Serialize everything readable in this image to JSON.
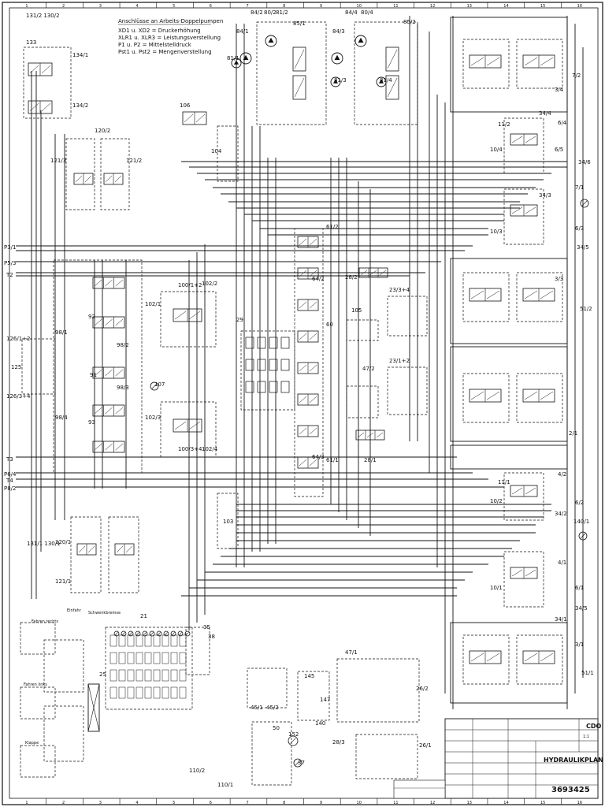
{
  "legend": {
    "heading": "Anschlüsse an Arbeits-Doppelpumpen",
    "lines": [
      "XD1 u. XD2 = Druckerhöhung",
      "XLR1 u. XLR3 = Leistungsverstellung",
      "P1 u. P2 = Mittelstelldruck",
      "Pst1 u. Pst2 = Mengenverstellung"
    ]
  },
  "grid": {
    "columns": [
      "1",
      "2",
      "3",
      "4",
      "5",
      "6",
      "7",
      "8",
      "9",
      "10",
      "11",
      "12",
      "13",
      "14",
      "15",
      "16"
    ]
  },
  "components": [
    {
      "id": "c133",
      "label": "133"
    },
    {
      "id": "c131_2",
      "label": "131/2 130/2"
    },
    {
      "id": "c134_1",
      "label": "134/1"
    },
    {
      "id": "c134_2",
      "label": "134/2"
    },
    {
      "id": "c120_2",
      "label": "120/2"
    },
    {
      "id": "c121_3",
      "label": "121/3"
    },
    {
      "id": "c121_2",
      "label": "121/2"
    },
    {
      "id": "c120_1",
      "label": "120/1"
    },
    {
      "id": "c121_1",
      "label": "121/1"
    },
    {
      "id": "c131_1",
      "label": "131/1 130/1"
    },
    {
      "id": "c84_2",
      "label": "84/2"
    },
    {
      "id": "c80_2",
      "label": "80/2"
    },
    {
      "id": "c81_2",
      "label": "81/2"
    },
    {
      "id": "c84_1",
      "label": "84/1"
    },
    {
      "id": "c81_1",
      "label": "81/1"
    },
    {
      "id": "c85_1",
      "label": "85/1"
    },
    {
      "id": "c84_4",
      "label": "84/4"
    },
    {
      "id": "c80_4",
      "label": "80/4"
    },
    {
      "id": "c85_2",
      "label": "85/2"
    },
    {
      "id": "c84_3",
      "label": "84/3"
    },
    {
      "id": "c81_3",
      "label": "81/3"
    },
    {
      "id": "c81_4",
      "label": "81/4"
    },
    {
      "id": "c106",
      "label": "106"
    },
    {
      "id": "c104",
      "label": "104"
    },
    {
      "id": "c105",
      "label": "105"
    },
    {
      "id": "c103",
      "label": "103"
    },
    {
      "id": "c100_1_2",
      "label": "100/1+2"
    },
    {
      "id": "c102_2",
      "label": "102/2"
    },
    {
      "id": "c102_1",
      "label": "102/1"
    },
    {
      "id": "c102_3",
      "label": "102/3"
    },
    {
      "id": "c100_3_4",
      "label": "100/3+4"
    },
    {
      "id": "c102_4",
      "label": "102/4"
    },
    {
      "id": "c107",
      "label": "107"
    },
    {
      "id": "c29",
      "label": "29"
    },
    {
      "id": "c60",
      "label": "60"
    },
    {
      "id": "c61_2",
      "label": "61/2"
    },
    {
      "id": "c64_2",
      "label": "64/2"
    },
    {
      "id": "c64_3",
      "label": "64/3"
    },
    {
      "id": "c61_1",
      "label": "61/1"
    },
    {
      "id": "c28_2",
      "label": "28/2"
    },
    {
      "id": "c23_3_4",
      "label": "23/3+4"
    },
    {
      "id": "c23_1_2",
      "label": "23/1+2"
    },
    {
      "id": "c47_2",
      "label": "47/2"
    },
    {
      "id": "c28_1",
      "label": "28/1"
    },
    {
      "id": "c126_1_2",
      "label": "126/1+2"
    },
    {
      "id": "c125",
      "label": "125"
    },
    {
      "id": "c126_3_4",
      "label": "126/3+4"
    },
    {
      "id": "c92",
      "label": "92"
    },
    {
      "id": "c91",
      "label": "91"
    },
    {
      "id": "c93",
      "label": "93"
    },
    {
      "id": "c98_1",
      "label": "98/1"
    },
    {
      "id": "c98_2",
      "label": "98/2"
    },
    {
      "id": "c98_3",
      "label": "98/3"
    },
    {
      "id": "c98_4",
      "label": "98/4"
    },
    {
      "id": "c11_2",
      "label": "11/2"
    },
    {
      "id": "c10_4",
      "label": "10/4"
    },
    {
      "id": "c10_3",
      "label": "10/3"
    },
    {
      "id": "c11_1",
      "label": "11/1"
    },
    {
      "id": "c10_2",
      "label": "10/2"
    },
    {
      "id": "c10_1",
      "label": "10/1"
    },
    {
      "id": "c7_2",
      "label": "7/2"
    },
    {
      "id": "c3_4",
      "label": "3/4"
    },
    {
      "id": "c34_4",
      "label": "34/4"
    },
    {
      "id": "c6_4",
      "label": "6/4"
    },
    {
      "id": "c6_5",
      "label": "6/5"
    },
    {
      "id": "c34_6",
      "label": "34/6"
    },
    {
      "id": "c34_3",
      "label": "34/3"
    },
    {
      "id": "c7_1",
      "label": "7/1"
    },
    {
      "id": "c6_3",
      "label": "6/3"
    },
    {
      "id": "c34_5b",
      "label": "34/5"
    },
    {
      "id": "c3_3",
      "label": "3/3"
    },
    {
      "id": "c51_2",
      "label": "51/2"
    },
    {
      "id": "c2_1",
      "label": "2/1"
    },
    {
      "id": "c4_2",
      "label": "4/2"
    },
    {
      "id": "c6_2",
      "label": "6/2"
    },
    {
      "id": "c34_2",
      "label": "34/2"
    },
    {
      "id": "c140_1",
      "label": "140/1"
    },
    {
      "id": "c4_1",
      "label": "4/1"
    },
    {
      "id": "c6_1",
      "label": "6/1"
    },
    {
      "id": "c34_5",
      "label": "34/5"
    },
    {
      "id": "c34_1",
      "label": "34/1"
    },
    {
      "id": "c3_1",
      "label": "3/1"
    },
    {
      "id": "c51_1",
      "label": "51/1"
    },
    {
      "id": "c21",
      "label": "21"
    },
    {
      "id": "c38",
      "label": "38"
    },
    {
      "id": "c35",
      "label": "35"
    },
    {
      "id": "c25",
      "label": "25"
    },
    {
      "id": "c45_1",
      "label": "45/1"
    },
    {
      "id": "c45_2",
      "label": "45/2"
    },
    {
      "id": "c145",
      "label": "145"
    },
    {
      "id": "c147",
      "label": "147"
    },
    {
      "id": "c140",
      "label": "140"
    },
    {
      "id": "c47_1",
      "label": "47/1"
    },
    {
      "id": "c26_2",
      "label": "26/2"
    },
    {
      "id": "c26_1",
      "label": "26/1"
    },
    {
      "id": "c28_3",
      "label": "28/3"
    },
    {
      "id": "c50",
      "label": "50"
    },
    {
      "id": "c152",
      "label": "152"
    },
    {
      "id": "c37",
      "label": "37"
    },
    {
      "id": "c110_2",
      "label": "110/2"
    },
    {
      "id": "c110_1",
      "label": "110/1"
    }
  ],
  "ports": [
    {
      "id": "p3_1",
      "label": "P3/1"
    },
    {
      "id": "p5_3",
      "label": "P5/3"
    },
    {
      "id": "t2",
      "label": "T2"
    },
    {
      "id": "t3",
      "label": "T3"
    },
    {
      "id": "p6_4",
      "label": "P6/4"
    },
    {
      "id": "t4",
      "label": "T4"
    },
    {
      "id": "p8_2",
      "label": "P8/2"
    }
  ],
  "bottom_notes": [
    {
      "label": "Fahren rechts"
    },
    {
      "label": "Fahren links"
    },
    {
      "label": "Klappe"
    },
    {
      "label": "Einfahr"
    },
    {
      "label": "Schwenkbremse"
    }
  ],
  "title_block": {
    "title": "HYDRAULIKPLAN",
    "drawing_number": "3693425",
    "company": "CDO",
    "scale_label": "1:1"
  },
  "colors": {
    "ink": "#111111",
    "paper": "#ffffff"
  }
}
